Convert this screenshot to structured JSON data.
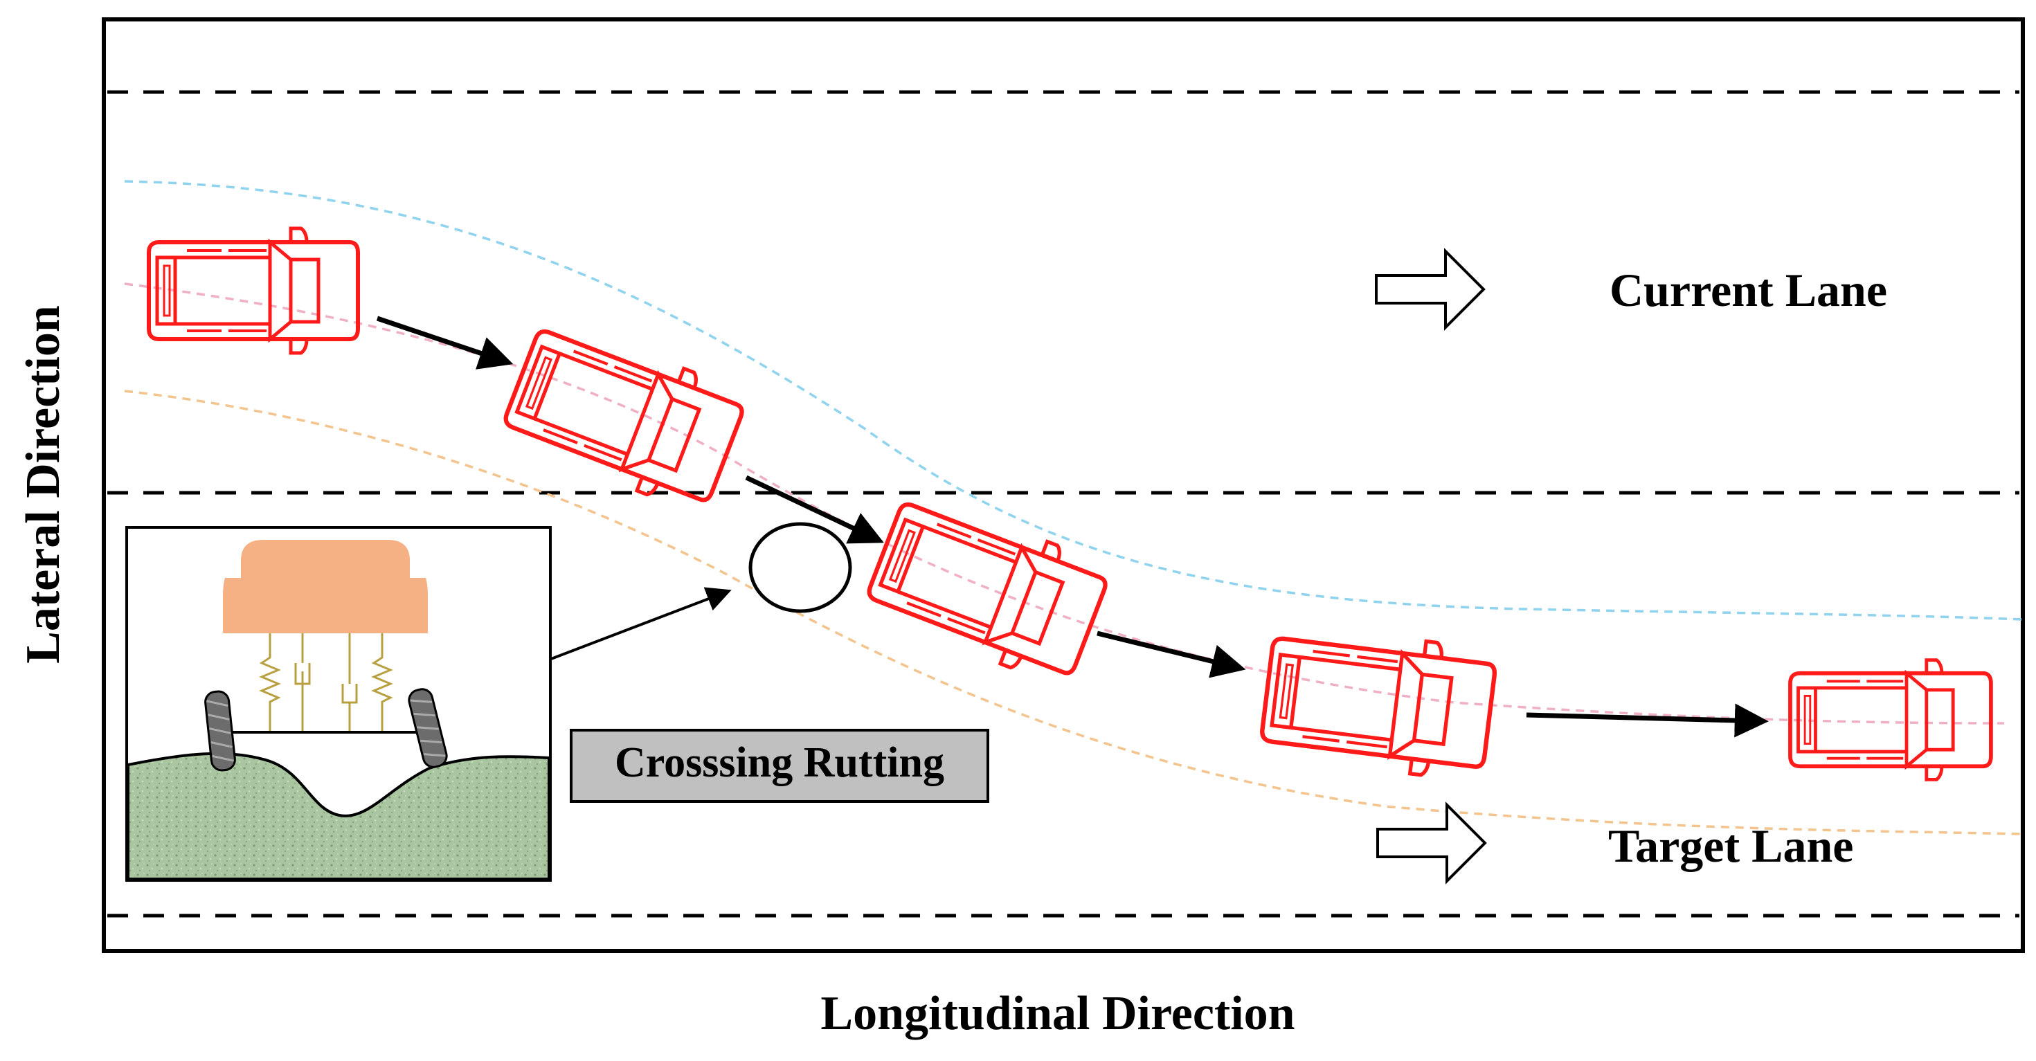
{
  "labels": {
    "current_lane": "Current Lane",
    "target_lane": "Target Lane",
    "rutting": "Crosssing Rutting",
    "lateral_axis": "Lateral Direction",
    "longitudinal_axis": "Longitudinal Direction"
  },
  "colors": {
    "vehicle": "#ff1a1a",
    "lane_marking": "#000000",
    "upper_boundary_path": "#8fd3ee",
    "centerline_path": "#f0b0c4",
    "lower_boundary_path": "#f3c48e",
    "vehicle_body": "#f5b184",
    "ground": "#a9c6a0",
    "suspension": "#b8a040",
    "label_box": "#c0c0c0"
  },
  "icons": {
    "vehicle": "car-top-view-icon",
    "lane_arrow": "hollow-right-arrow-icon",
    "rut": "ellipse-rut-icon",
    "suspension": "quarter-car-suspension-icon"
  }
}
